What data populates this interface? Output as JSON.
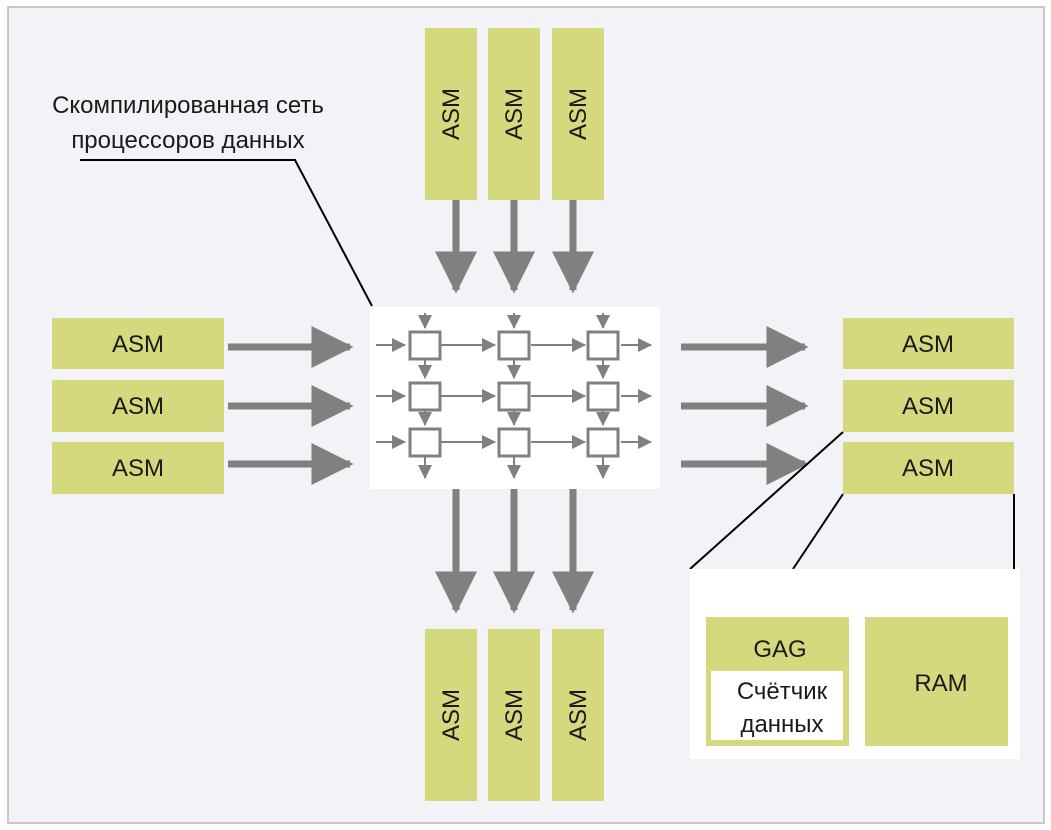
{
  "figure": {
    "caption_line1": "Скомпилированная сеть",
    "caption_line2": "процессоров данных"
  },
  "asm_label": "ASM",
  "blocks": {
    "top": [
      "ASM",
      "ASM",
      "ASM"
    ],
    "bottom": [
      "ASM",
      "ASM",
      "ASM"
    ],
    "left": [
      "ASM",
      "ASM",
      "ASM"
    ],
    "right": [
      "ASM",
      "ASM",
      "ASM"
    ]
  },
  "detail": {
    "gag_label": "GAG",
    "counter_line1": "Счётчик",
    "counter_line2": "данных",
    "ram_label": "RAM"
  },
  "colors": {
    "background": "#f2f2f7",
    "frame": "#c8c8cc",
    "block": "#d4d97e",
    "arrow": "#808080",
    "white_panel": "#ffffff"
  }
}
